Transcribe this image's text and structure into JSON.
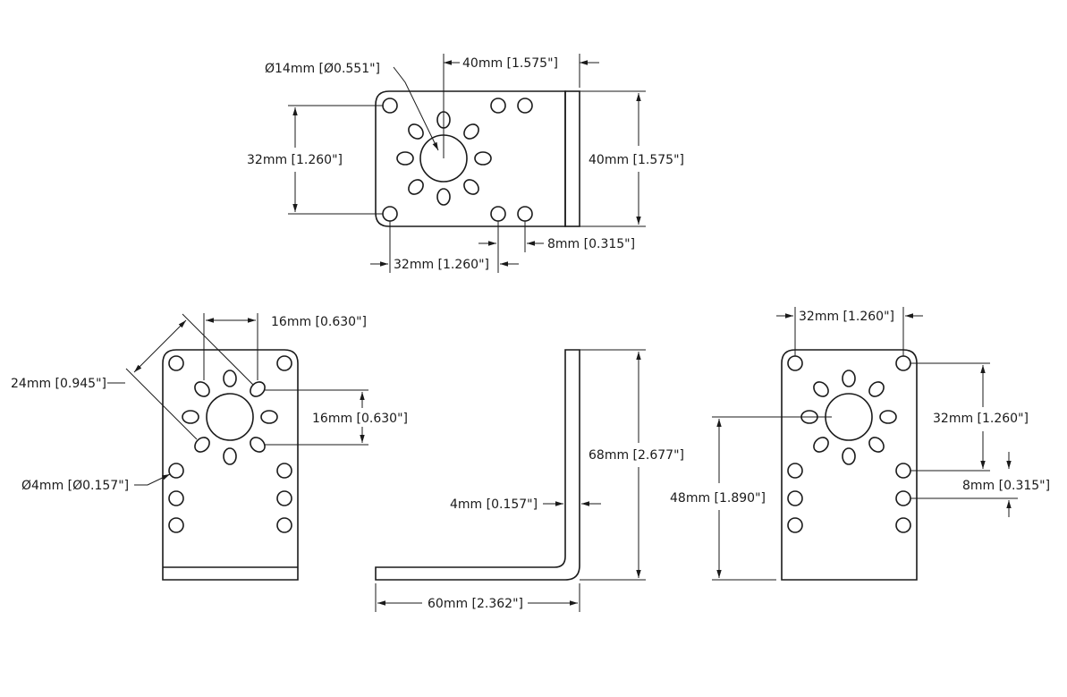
{
  "colors": {
    "line": "#1a1a1a",
    "background": "#ffffff"
  },
  "dimensions": {
    "top_hole_dia": "Ø14mm [Ø0.551\"]",
    "top_width_40": "40mm [1.575\"]",
    "top_height_40": "40mm [1.575\"]",
    "top_spacing_32_v": "32mm [1.260\"]",
    "top_spacing_32_h": "32mm [1.260\"]",
    "top_offset_8": "8mm [0.315\"]",
    "left_diag_24": "24mm [0.945\"]",
    "left_spacing_16_h": "16mm [0.630\"]",
    "left_spacing_16_v": "16mm [0.630\"]",
    "left_hole_dia_4": "Ø4mm [Ø0.157\"]",
    "side_thickness_4": "4mm [0.157\"]",
    "side_height_68": "68mm [2.677\"]",
    "side_length_60": "60mm [2.362\"]",
    "right_spacing_32_h": "32mm [1.260\"]",
    "right_spacing_32_v": "32mm [1.260\"]",
    "right_center_48": "48mm [1.890\"]",
    "right_offset_8": "8mm [0.315\"]"
  }
}
